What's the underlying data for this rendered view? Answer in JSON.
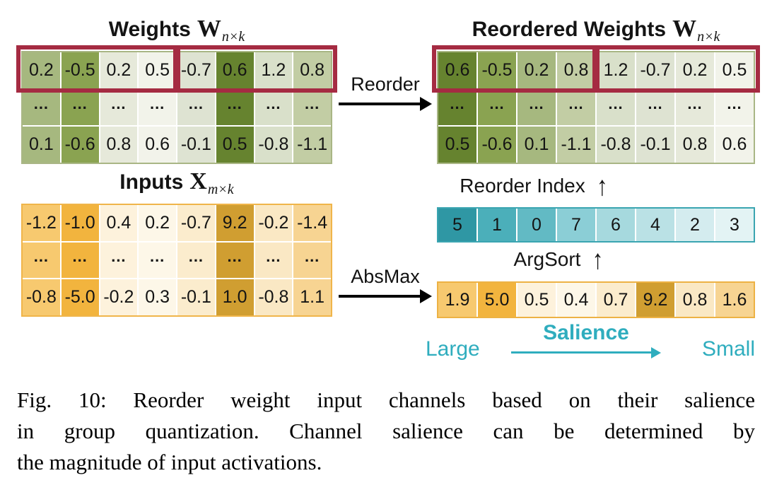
{
  "titles": {
    "weights_prefix": "Weights",
    "weights_symbol": "W",
    "weights_sub": "n×k",
    "reordered_prefix": "Reordered Weights",
    "reordered_symbol": "W",
    "reordered_sub": "n×k",
    "inputs_prefix": "Inputs",
    "inputs_symbol": "X",
    "inputs_sub": "m×k"
  },
  "arrows": {
    "reorder_label": "Reorder",
    "absmax_label": "AbsMax",
    "reorder_index_label": "Reorder Index",
    "argsort_label": "ArgSort",
    "up_arrow": "↑"
  },
  "salience": {
    "large": "Large",
    "label": "Salience",
    "small": "Small"
  },
  "tables": {
    "weights": {
      "rows": [
        [
          "0.2",
          "-0.5",
          "0.2",
          "0.5",
          "-0.7",
          "0.6",
          "1.2",
          "0.8"
        ],
        [
          "...",
          "...",
          "...",
          "...",
          "...",
          "...",
          "...",
          "..."
        ],
        [
          "0.1",
          "-0.6",
          "0.8",
          "0.6",
          "-0.1",
          "0.5",
          "-0.8",
          "-1.1"
        ]
      ],
      "col_colors": [
        "#a6b87f",
        "#8aa351",
        "#e6e9da",
        "#f2f3ea",
        "#dee3d2",
        "#66832f",
        "#d9e0ca",
        "#c2cda4"
      ]
    },
    "reordered_weights": {
      "rows": [
        [
          "0.6",
          "-0.5",
          "0.2",
          "0.8",
          "1.2",
          "-0.7",
          "0.2",
          "0.5"
        ],
        [
          "...",
          "...",
          "...",
          "...",
          "...",
          "...",
          "...",
          "..."
        ],
        [
          "0.5",
          "-0.6",
          "0.1",
          "-1.1",
          "-0.8",
          "-0.1",
          "0.8",
          "0.6"
        ]
      ],
      "col_colors": [
        "#66832f",
        "#8aa351",
        "#a6b87f",
        "#c2cda4",
        "#d9e0ca",
        "#dee3d2",
        "#e6e9da",
        "#f2f3ea"
      ]
    },
    "inputs": {
      "rows": [
        [
          "-1.2",
          "-1.0",
          "0.4",
          "0.2",
          "-0.7",
          "9.2",
          "-0.2",
          "-1.4"
        ],
        [
          "...",
          "...",
          "...",
          "...",
          "...",
          "...",
          "...",
          "..."
        ],
        [
          "-0.8",
          "-5.0",
          "-0.2",
          "0.3",
          "-0.1",
          "1.0",
          "-0.8",
          "1.1"
        ]
      ],
      "col_colors": [
        "#f7c96f",
        "#f2b43e",
        "#fdf2dc",
        "#fdf7e8",
        "#fbeccd",
        "#d09e31",
        "#fae8c4",
        "#f7d492"
      ]
    },
    "reorder_index": {
      "rows": [
        [
          "5",
          "1",
          "0",
          "7",
          "6",
          "4",
          "2",
          "3"
        ]
      ],
      "col_colors": [
        "#2f97a4",
        "#4bafba",
        "#62bac4",
        "#8bced6",
        "#a6d9de",
        "#bae1e5",
        "#d4ecef",
        "#e3f3f4"
      ]
    },
    "absmax": {
      "rows": [
        [
          "1.9",
          "5.0",
          "0.5",
          "0.4",
          "0.7",
          "9.2",
          "0.8",
          "1.6"
        ]
      ],
      "col_colors": [
        "#f7c96f",
        "#f2b43e",
        "#fdf2dc",
        "#fdf7e8",
        "#fbeccd",
        "#d09e31",
        "#fae8c4",
        "#f7d492"
      ]
    }
  },
  "caption": {
    "line1": "Fig. 10: Reorder weight input channels based on their salience",
    "line2": "in group quantization. Channel salience can be determined by",
    "line3": "the magnitude of input activations."
  },
  "colors": {
    "group_border": "#a52b42",
    "teal_text": "#2fadbe",
    "weights_border": "#a9b685",
    "inputs_border": "#f0b54a",
    "index_border": "#3aa5b1",
    "absmax_border": "#edb244"
  }
}
